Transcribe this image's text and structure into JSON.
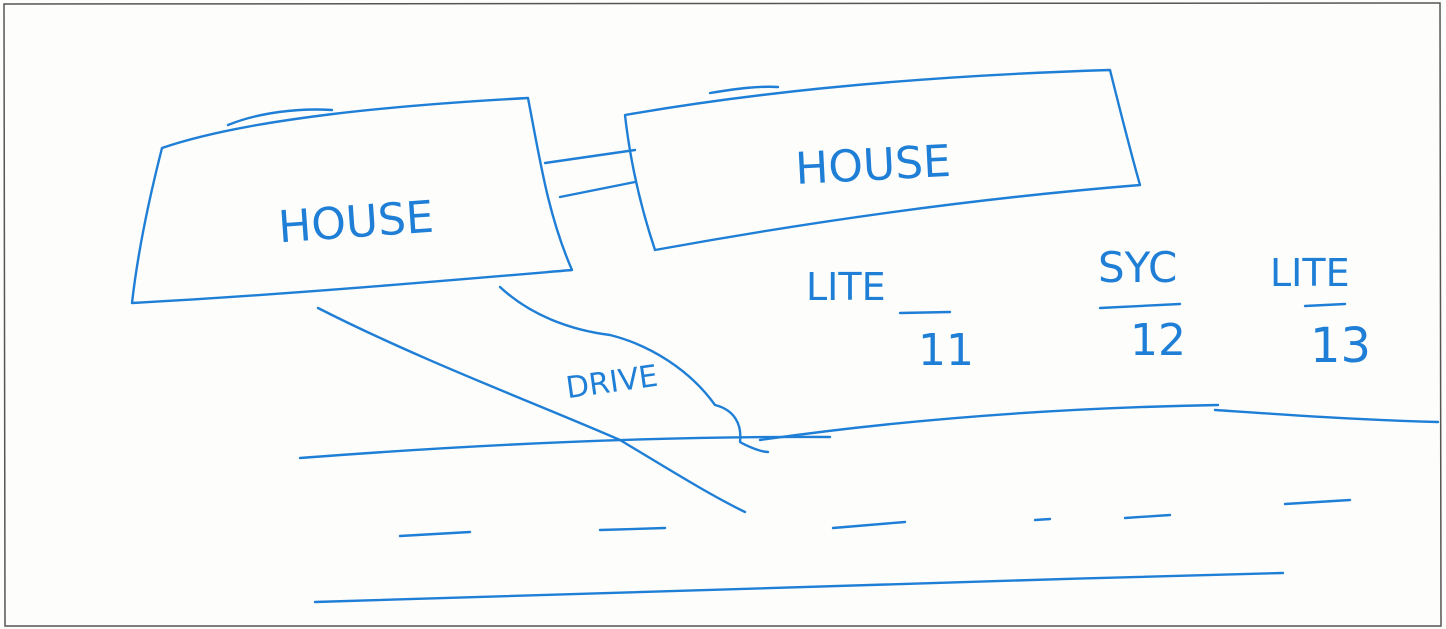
{
  "sketch": {
    "ink_color": "#1f7fd6",
    "house_left_label": "HOUSE",
    "house_right_label": "HOUSE",
    "drive_label": "DRIVE",
    "trees": [
      {
        "species": "LITE",
        "number": "11"
      },
      {
        "species": "SYC",
        "number": "12"
      },
      {
        "species": "LITE",
        "number": "13"
      }
    ]
  }
}
